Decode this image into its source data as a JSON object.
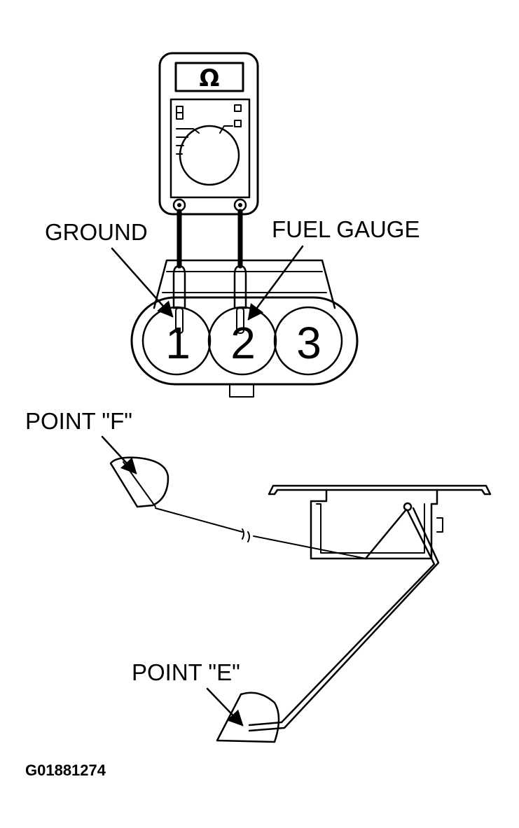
{
  "meter": {
    "display_symbol": "Ω"
  },
  "labels": {
    "ground": "GROUND",
    "fuel_gauge": "FUEL GAUGE",
    "point_f": "POINT \"F\"",
    "point_e": "POINT \"E\""
  },
  "connector": {
    "pins": [
      "1",
      "2",
      "3"
    ]
  },
  "figure_code": "G01881274",
  "colors": {
    "ink": "#000000",
    "paper": "#ffffff"
  }
}
